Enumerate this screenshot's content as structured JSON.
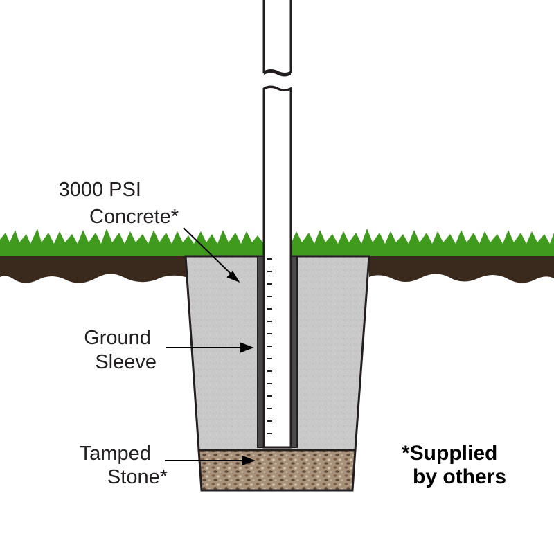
{
  "labels": {
    "concrete": {
      "line1": "3000 PSI",
      "line2": "Concrete*"
    },
    "sleeve": {
      "line1": "Ground",
      "line2": "Sleeve"
    },
    "stone": {
      "line1": "Tamped",
      "line2": "Stone*"
    }
  },
  "note": {
    "line1": "*Supplied",
    "line2": "by others"
  },
  "colors": {
    "grass": "#3f9a1e",
    "soil": "#3a2a1d",
    "concrete": "#c9c9c9",
    "stone": "#a8917a",
    "pole": "#ffffff",
    "outline": "#231f20"
  }
}
